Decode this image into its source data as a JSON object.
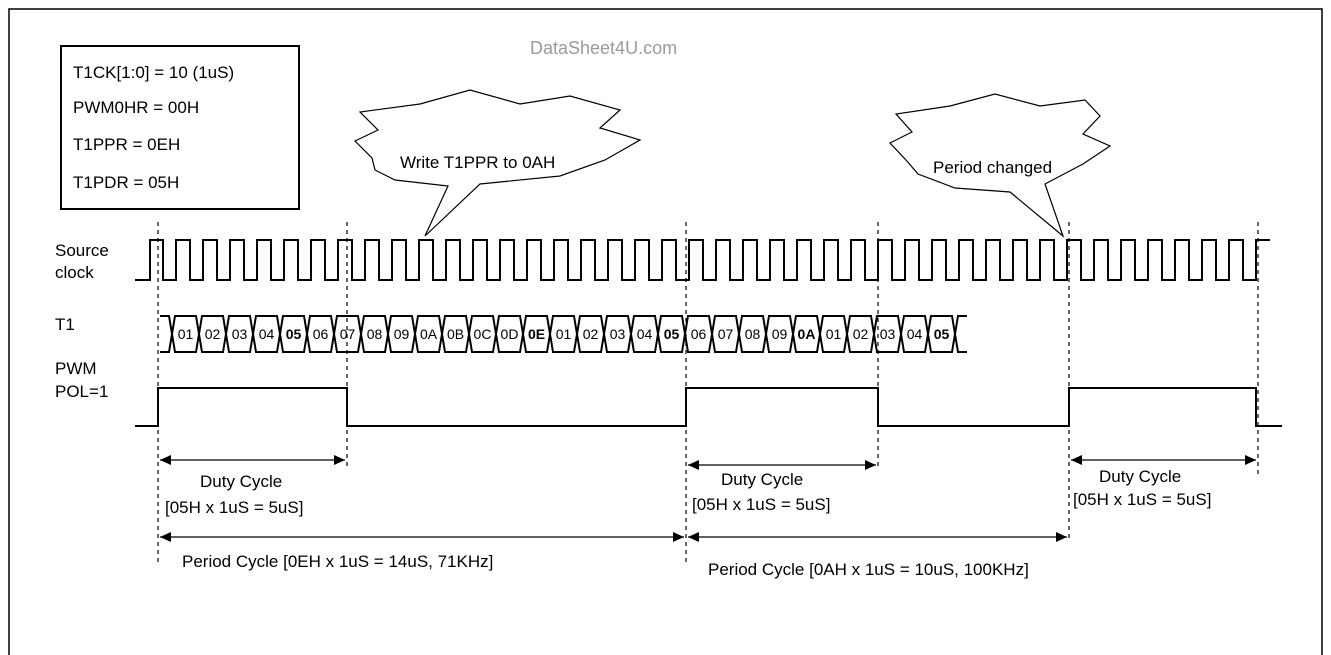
{
  "watermark": "DataSheet4U.com",
  "register_box": {
    "lines": [
      "T1CK[1:0] = 10 (1uS)",
      "PWM0HR = 00H",
      "T1PPR = 0EH",
      "T1PDR = 05H"
    ]
  },
  "callouts": {
    "write": "Write T1PPR to 0AH",
    "changed": "Period changed"
  },
  "signal_labels": {
    "source_clock": [
      "Source",
      "clock"
    ],
    "t1": "T1",
    "pwm": [
      "PWM",
      "POL=1"
    ]
  },
  "t1_counter": {
    "values": [
      "01",
      "02",
      "03",
      "04",
      "05",
      "06",
      "07",
      "08",
      "09",
      "0A",
      "0B",
      "0C",
      "0D",
      "0E",
      "01",
      "02",
      "03",
      "04",
      "05",
      "06",
      "07",
      "08",
      "09",
      "0A",
      "01",
      "02",
      "03",
      "04",
      "05"
    ],
    "bold": [
      false,
      false,
      false,
      false,
      true,
      false,
      false,
      false,
      false,
      false,
      false,
      false,
      false,
      true,
      false,
      false,
      false,
      false,
      true,
      false,
      false,
      false,
      false,
      true,
      false,
      false,
      false,
      false,
      true
    ]
  },
  "annotations": {
    "duty": [
      {
        "title": "Duty Cycle",
        "value": "[05H x 1uS = 5uS]"
      },
      {
        "title": "Duty Cycle",
        "value": "[05H x 1uS = 5uS]"
      },
      {
        "title": "Duty Cycle",
        "value": "[05H x 1uS = 5uS]"
      }
    ],
    "period": [
      "Period Cycle [0EH x 1uS = 14uS, 71KHz]",
      "Period Cycle [0AH x 1uS = 10uS, 100KHz]"
    ]
  }
}
